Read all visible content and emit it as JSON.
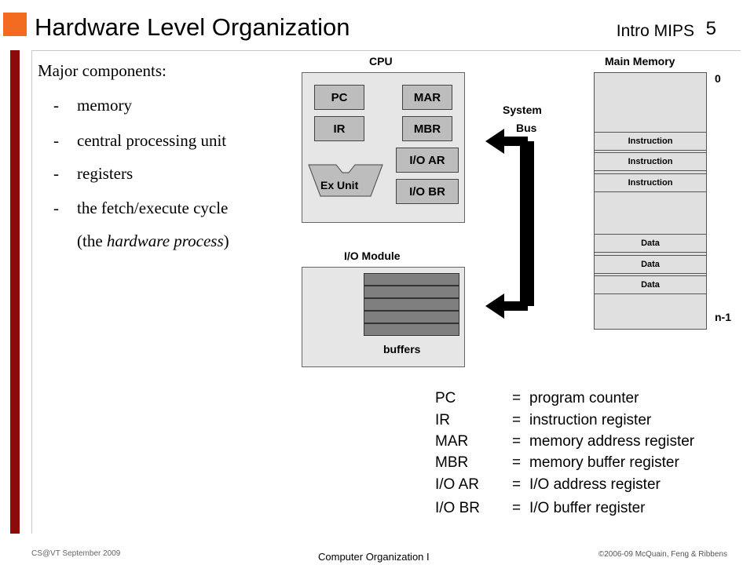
{
  "header": {
    "title": "Hardware Level Organization",
    "topic": "Intro MIPS",
    "page_number": "5",
    "accent_color": "#f26b21",
    "side_bar_color": "#8b0a0a"
  },
  "components": {
    "heading": "Major components:",
    "items": [
      {
        "dash": "-",
        "text": "memory"
      },
      {
        "dash": "-",
        "text": "central processing unit"
      },
      {
        "dash": "-",
        "text": "registers"
      },
      {
        "dash": "-",
        "text": "the fetch/execute cycle"
      }
    ],
    "sub": {
      "before": "(the ",
      "emph": "hardware process",
      "after": ")"
    }
  },
  "diagram": {
    "cpu": {
      "label": "CPU",
      "registers": [
        "PC",
        "MAR",
        "IR",
        "MBR",
        "I/O AR",
        "I/O BR"
      ],
      "ex_unit": "Ex Unit"
    },
    "io_module": {
      "label": "I/O Module",
      "buffers_label": "buffers",
      "buffer_count": 5
    },
    "bus": {
      "label_line1": "System",
      "label_line2": "Bus"
    },
    "memory": {
      "label": "Main Memory",
      "top_address": "0",
      "bottom_address": "n-1",
      "cells": [
        "Instruction",
        "Instruction",
        "Instruction",
        "Data",
        "Data",
        "Data"
      ]
    }
  },
  "legend": [
    {
      "abbr": "PC",
      "eq": "=",
      "def": "program counter"
    },
    {
      "abbr": "IR",
      "eq": "=",
      "def": "instruction register"
    },
    {
      "abbr": "MAR",
      "eq": "=",
      "def": "memory address register"
    },
    {
      "abbr": "MBR",
      "eq": "=",
      "def": "memory buffer register"
    },
    {
      "abbr": "I/O AR",
      "eq": "=",
      "def": "I/O address register"
    },
    {
      "abbr": "I/O BR",
      "eq": "=",
      "def": "I/O buffer register"
    }
  ],
  "footer": {
    "left": "CS@VT September 2009",
    "center": "Computer Organization I",
    "right": "©2006-09  McQuain, Feng & Ribbens"
  }
}
